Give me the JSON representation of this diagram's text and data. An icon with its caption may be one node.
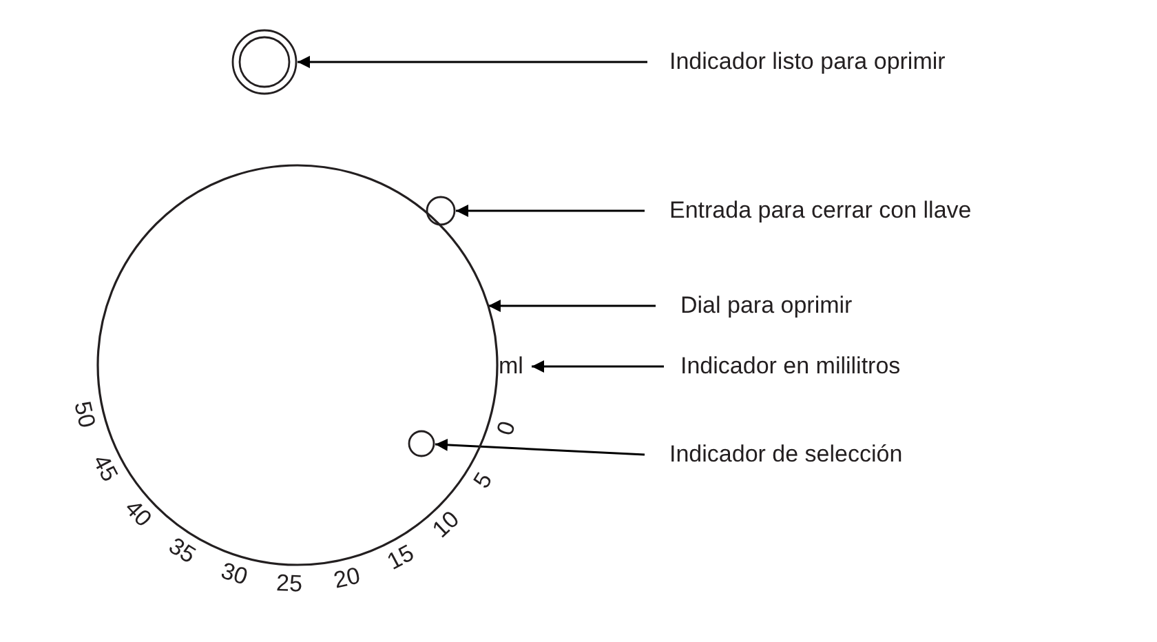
{
  "diagram": {
    "nodes": [
      {
        "text": [],
        "shape": "circle"
      },
      {
        "text": [
          "Indicador listo para oprimir"
        ]
      },
      {
        "text": [],
        "shape": "circle",
        "beside": [
          "0",
          "5",
          "10",
          "15",
          "20",
          "25",
          "30",
          "35",
          "40",
          "45",
          "50"
        ]
      },
      {
        "text": [],
        "shape": "circle"
      },
      {
        "text": [
          "Entrada para cerrar con llave"
        ]
      },
      {
        "text": [
          "Dial para oprimir"
        ]
      },
      {
        "text": [
          "Indicador en mililitros"
        ]
      },
      {
        "text": [
          "ml"
        ]
      },
      {
        "text": [],
        "shape": "circle",
        "in": 2
      },
      {
        "text": [
          "Indicador de selección"
        ]
      }
    ],
    "edges": [
      {
        "from": 1,
        "to": 0,
        "arrow": "to"
      },
      {
        "from": 4,
        "to": 3,
        "arrow": "to"
      },
      {
        "from": 5,
        "to": 2,
        "arrow": "to"
      },
      {
        "from": 6,
        "to": 7,
        "arrow": "to"
      },
      {
        "from": 9,
        "to": 8,
        "arrow": "to"
      }
    ]
  }
}
